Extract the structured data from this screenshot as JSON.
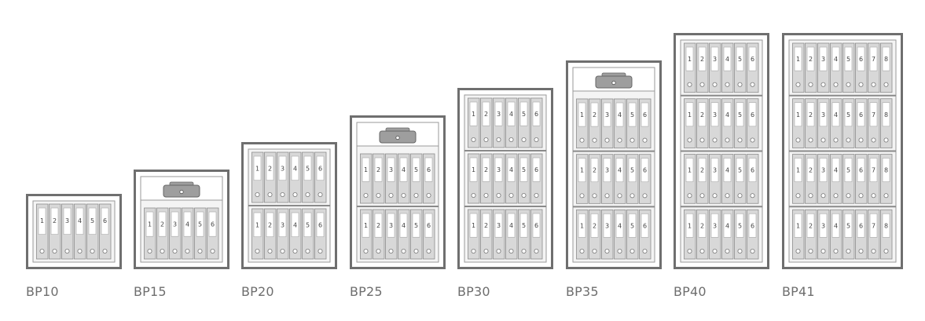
{
  "colors": {
    "outer_frame": "#6f6f6f",
    "inner_frame": "#9a9a9a",
    "binder_fill": "#d8d8d8",
    "binder_tab": "#ffffff",
    "cashbox": "#9e9e9e",
    "label_text": "#6e6e6e"
  },
  "models": [
    {
      "name": "BP10",
      "cashbox": false,
      "shelves": [
        {
          "binders": [
            "1",
            "2",
            "3",
            "4",
            "5",
            "6"
          ]
        }
      ]
    },
    {
      "name": "BP15",
      "cashbox": true,
      "shelves": [
        {
          "binders": [
            "1",
            "2",
            "3",
            "4",
            "5",
            "6"
          ]
        }
      ]
    },
    {
      "name": "BP20",
      "cashbox": false,
      "shelves": [
        {
          "binders": [
            "1",
            "2",
            "3",
            "4",
            "5",
            "6"
          ]
        },
        {
          "binders": [
            "1",
            "2",
            "3",
            "4",
            "5",
            "6"
          ]
        }
      ]
    },
    {
      "name": "BP25",
      "cashbox": true,
      "shelves": [
        {
          "binders": [
            "1",
            "2",
            "3",
            "4",
            "5",
            "6"
          ]
        },
        {
          "binders": [
            "1",
            "2",
            "3",
            "4",
            "5",
            "6"
          ]
        }
      ]
    },
    {
      "name": "BP30",
      "cashbox": false,
      "shelves": [
        {
          "binders": [
            "1",
            "2",
            "3",
            "4",
            "5",
            "6"
          ]
        },
        {
          "binders": [
            "1",
            "2",
            "3",
            "4",
            "5",
            "6"
          ]
        },
        {
          "binders": [
            "1",
            "2",
            "3",
            "4",
            "5",
            "6"
          ]
        }
      ]
    },
    {
      "name": "BP35",
      "cashbox": true,
      "shelves": [
        {
          "binders": [
            "1",
            "2",
            "3",
            "4",
            "5",
            "6"
          ]
        },
        {
          "binders": [
            "1",
            "2",
            "3",
            "4",
            "5",
            "6"
          ]
        },
        {
          "binders": [
            "1",
            "2",
            "3",
            "4",
            "5",
            "6"
          ]
        }
      ]
    },
    {
      "name": "BP40",
      "cashbox": false,
      "shelves": [
        {
          "binders": [
            "1",
            "2",
            "3",
            "4",
            "5",
            "6"
          ]
        },
        {
          "binders": [
            "1",
            "2",
            "3",
            "4",
            "5",
            "6"
          ]
        },
        {
          "binders": [
            "1",
            "2",
            "3",
            "4",
            "5",
            "6"
          ]
        },
        {
          "binders": [
            "1",
            "2",
            "3",
            "4",
            "5",
            "6"
          ]
        }
      ]
    },
    {
      "name": "BP41",
      "cashbox": false,
      "shelves": [
        {
          "binders": [
            "1",
            "2",
            "3",
            "4",
            "5",
            "6",
            "7",
            "8"
          ]
        },
        {
          "binders": [
            "1",
            "2",
            "3",
            "4",
            "5",
            "6",
            "7",
            "8"
          ]
        },
        {
          "binders": [
            "1",
            "2",
            "3",
            "4",
            "5",
            "6",
            "7",
            "8"
          ]
        },
        {
          "binders": [
            "1",
            "2",
            "3",
            "4",
            "5",
            "6",
            "7",
            "8"
          ]
        }
      ]
    }
  ]
}
